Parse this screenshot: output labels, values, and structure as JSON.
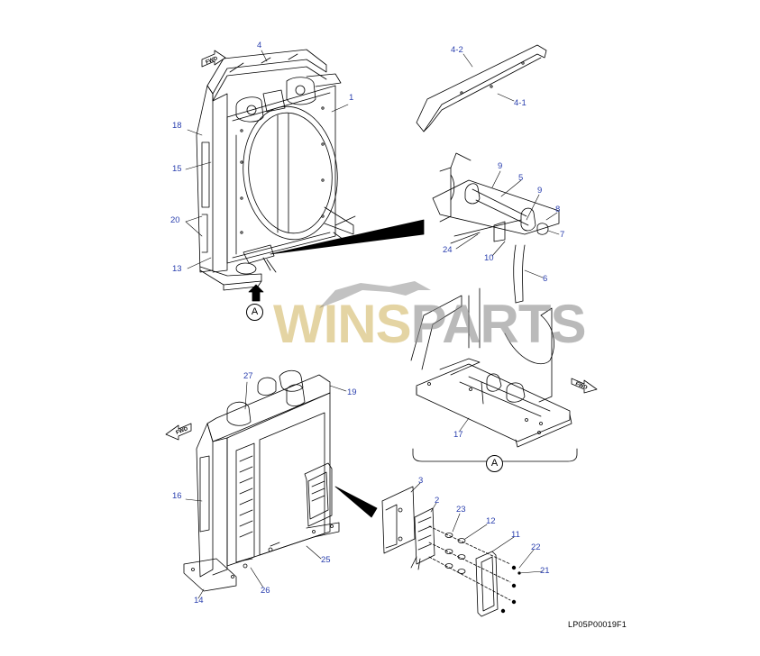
{
  "diagram": {
    "drawing_code": "LP05P00019F1",
    "view_ref": "A",
    "fwd_label": "FWD",
    "watermark": {
      "part_a": "WINS",
      "part_b": "PARTS"
    },
    "callouts": {
      "n1": "1",
      "n2": "2",
      "n3": "3",
      "n4": "4",
      "n4_1": "4-1",
      "n4_2": "4-2",
      "n5": "5",
      "n6": "6",
      "n7": "7",
      "n8": "8",
      "n9a": "9",
      "n9b": "9",
      "n10": "10",
      "n11": "11",
      "n12": "12",
      "n13": "13",
      "n14": "14",
      "n15": "15",
      "n16": "16",
      "n17": "17",
      "n18": "18",
      "n19": "19",
      "n20": "20",
      "n21": "21",
      "n22": "22",
      "n23": "23",
      "n24": "24",
      "n25": "25",
      "n26": "26",
      "n27": "27"
    }
  }
}
